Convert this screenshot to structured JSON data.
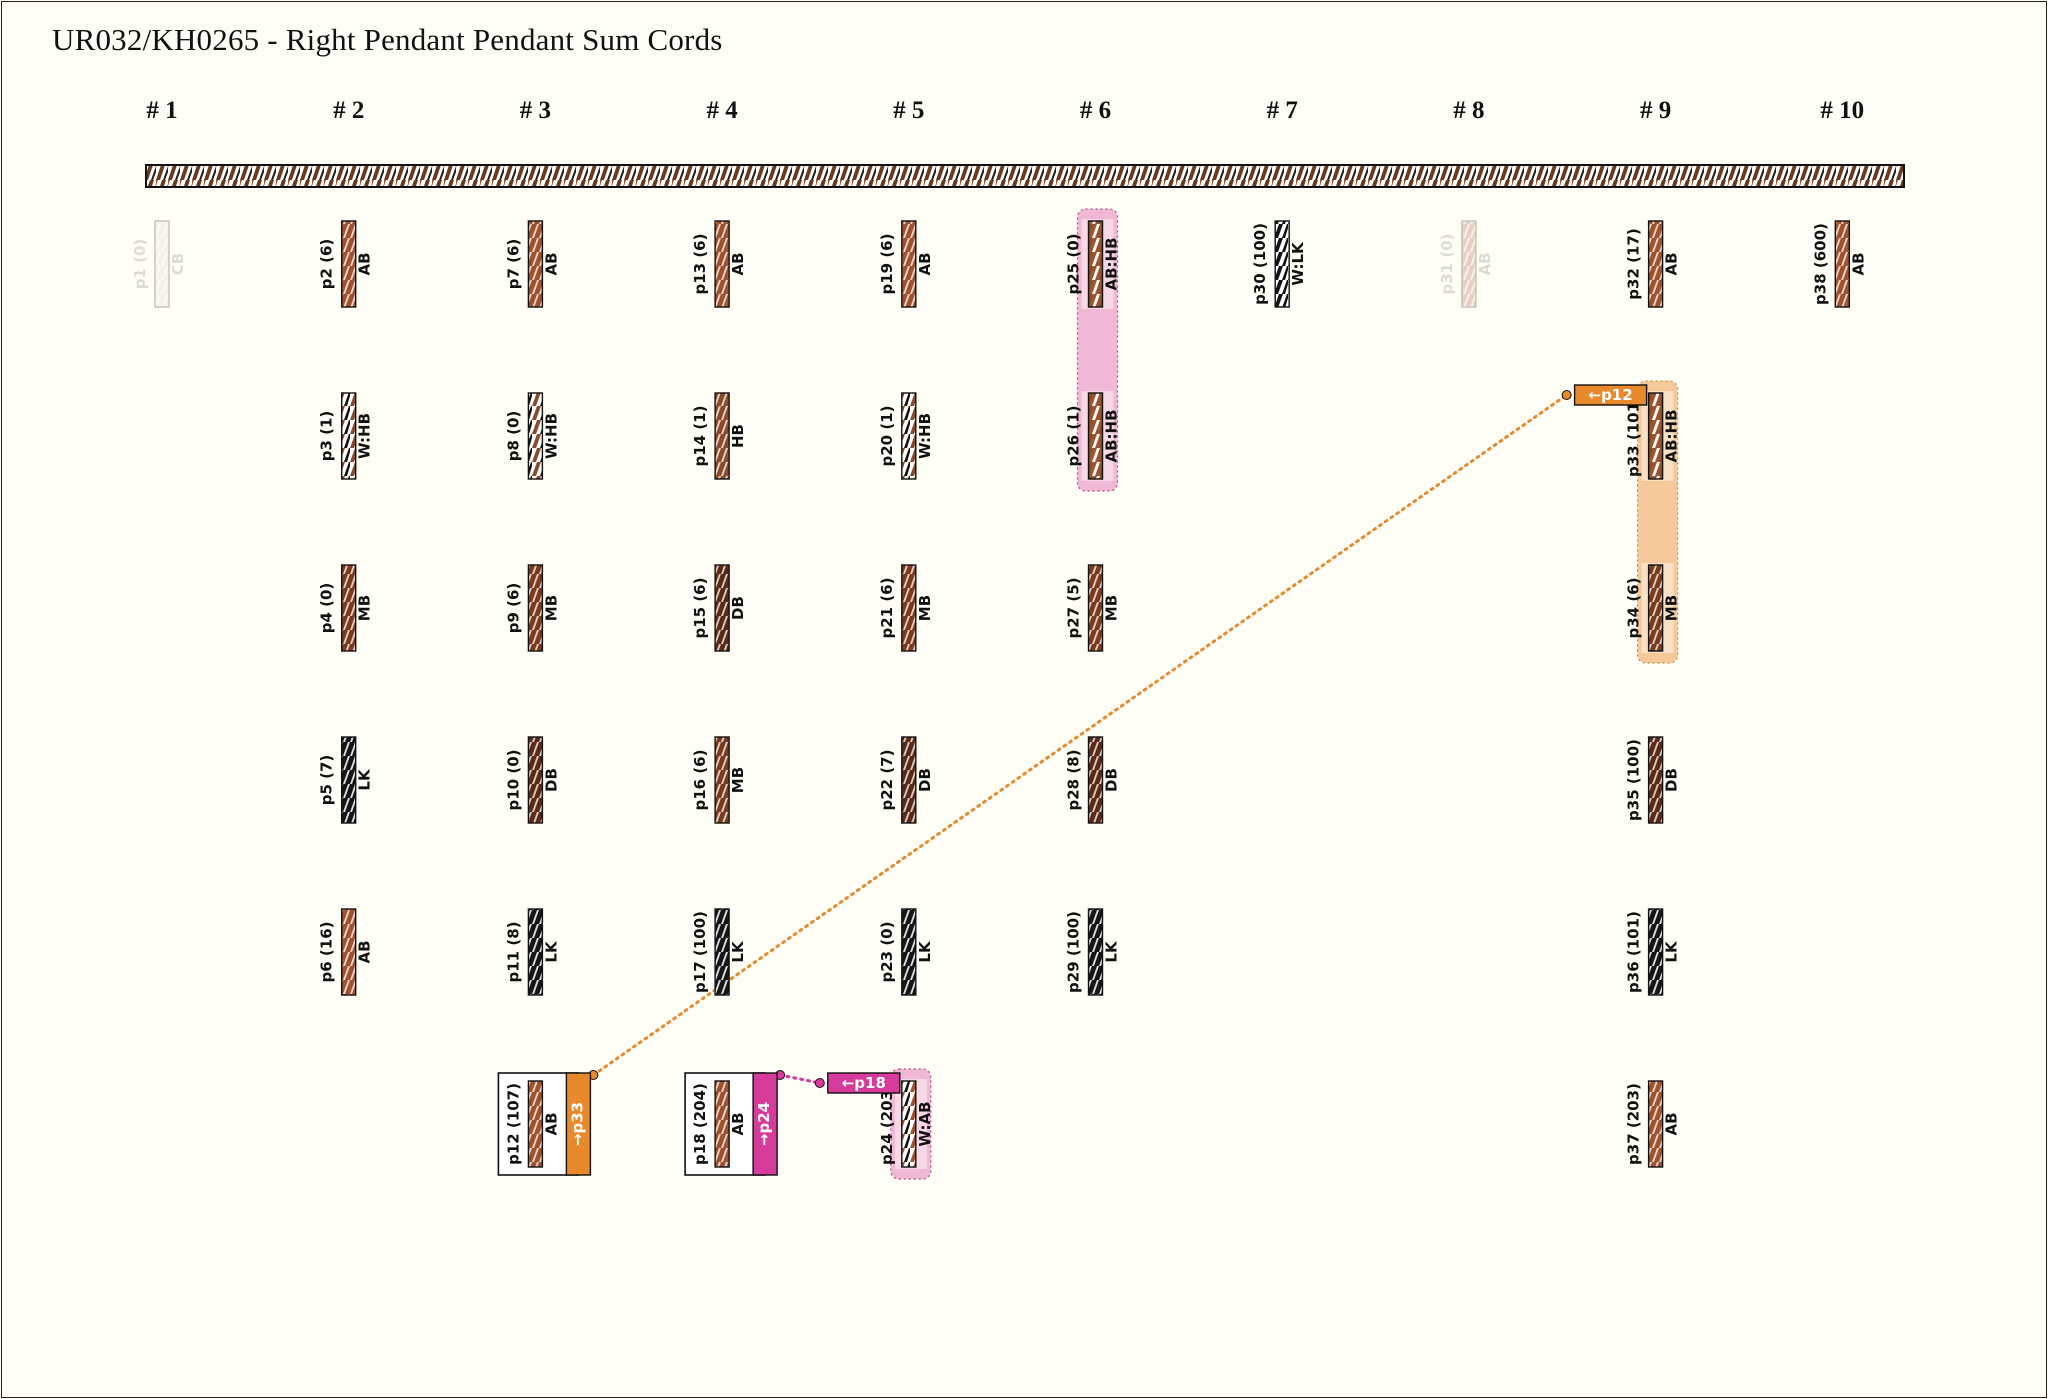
{
  "title": "UR032/KH0265 - Right Pendant Pendant Sum Cords",
  "groups": [
    "# 1",
    "# 2",
    "# 3",
    "# 4",
    "# 5",
    "# 6",
    "# 7",
    "# 8",
    "# 9",
    "# 10"
  ],
  "colors": {
    "AB": "#a0522d",
    "CB": "#d8d4cc",
    "MB": "#7a3b1c",
    "DB": "#5a2a14",
    "HB": "#8b4a2a",
    "LK": "#151515",
    "W": "#ffffff",
    "pink": "#f0b8d4",
    "pink_dark": "#d63a9a",
    "orange": "#f5c99a",
    "orange_dark": "#e8892c",
    "primary_cord": "#6b3a1e"
  },
  "cords": [
    {
      "id": "p1 (0)",
      "color": "CB",
      "group": 1,
      "row": 0,
      "faded": true
    },
    {
      "id": "p2 (6)",
      "color": "AB",
      "group": 2,
      "row": 0
    },
    {
      "id": "p3 (1)",
      "color": "W:HB",
      "group": 2,
      "row": 1
    },
    {
      "id": "p4 (0)",
      "color": "MB",
      "group": 2,
      "row": 2
    },
    {
      "id": "p5 (7)",
      "color": "LK",
      "group": 2,
      "row": 3
    },
    {
      "id": "p6 (16)",
      "color": "AB",
      "group": 2,
      "row": 4
    },
    {
      "id": "p7 (6)",
      "color": "AB",
      "group": 3,
      "row": 0
    },
    {
      "id": "p8 (0)",
      "color": "W:HB",
      "group": 3,
      "row": 1
    },
    {
      "id": "p9 (6)",
      "color": "MB",
      "group": 3,
      "row": 2
    },
    {
      "id": "p10 (0)",
      "color": "DB",
      "group": 3,
      "row": 3
    },
    {
      "id": "p11 (8)",
      "color": "LK",
      "group": 3,
      "row": 4
    },
    {
      "id": "p12 (107)",
      "color": "AB",
      "group": 3,
      "row": 5,
      "boxed": true,
      "arrow": "→p33",
      "arrow_color": "orange"
    },
    {
      "id": "p13 (6)",
      "color": "AB",
      "group": 4,
      "row": 0
    },
    {
      "id": "p14 (1)",
      "color": "HB",
      "group": 4,
      "row": 1
    },
    {
      "id": "p15 (6)",
      "color": "DB",
      "group": 4,
      "row": 2
    },
    {
      "id": "p16 (6)",
      "color": "MB",
      "group": 4,
      "row": 3
    },
    {
      "id": "p17 (100)",
      "color": "LK",
      "group": 4,
      "row": 4
    },
    {
      "id": "p18 (204)",
      "color": "AB",
      "group": 4,
      "row": 5,
      "boxed": true,
      "arrow": "→p24",
      "arrow_color": "pink"
    },
    {
      "id": "p19 (6)",
      "color": "AB",
      "group": 5,
      "row": 0
    },
    {
      "id": "p20 (1)",
      "color": "W:HB",
      "group": 5,
      "row": 1
    },
    {
      "id": "p21 (6)",
      "color": "MB",
      "group": 5,
      "row": 2
    },
    {
      "id": "p22 (7)",
      "color": "DB",
      "group": 5,
      "row": 3
    },
    {
      "id": "p23 (0)",
      "color": "LK",
      "group": 5,
      "row": 4
    },
    {
      "id": "p24 (203)",
      "color": "W:AB",
      "group": 5,
      "row": 5,
      "highlight": "pink",
      "incoming": "←p18"
    },
    {
      "id": "p25 (0)",
      "color": "AB:HB",
      "group": 6,
      "row": 0,
      "highlight": "pink"
    },
    {
      "id": "p26 (1)",
      "color": "AB:HB",
      "group": 6,
      "row": 1,
      "highlight": "pink"
    },
    {
      "id": "p27 (5)",
      "color": "MB",
      "group": 6,
      "row": 2
    },
    {
      "id": "p28 (8)",
      "color": "DB",
      "group": 6,
      "row": 3
    },
    {
      "id": "p29 (100)",
      "color": "LK",
      "group": 6,
      "row": 4
    },
    {
      "id": "p30 (100)",
      "color": "W:LK",
      "group": 7,
      "row": 0
    },
    {
      "id": "p31 (0)",
      "color": "AB",
      "group": 8,
      "row": 0,
      "faded": true
    },
    {
      "id": "p32 (17)",
      "color": "AB",
      "group": 9,
      "row": 0
    },
    {
      "id": "p33 (101)",
      "color": "AB:HB",
      "group": 9,
      "row": 1,
      "highlight": "orange",
      "incoming": "←p12"
    },
    {
      "id": "p34 (6)",
      "color": "MB",
      "group": 9,
      "row": 2,
      "highlight": "orange"
    },
    {
      "id": "p35 (100)",
      "color": "DB",
      "group": 9,
      "row": 3
    },
    {
      "id": "p36 (101)",
      "color": "LK",
      "group": 9,
      "row": 4
    },
    {
      "id": "p37 (203)",
      "color": "AB",
      "group": 9,
      "row": 5
    },
    {
      "id": "p38 (600)",
      "color": "AB",
      "group": 10,
      "row": 0
    }
  ]
}
